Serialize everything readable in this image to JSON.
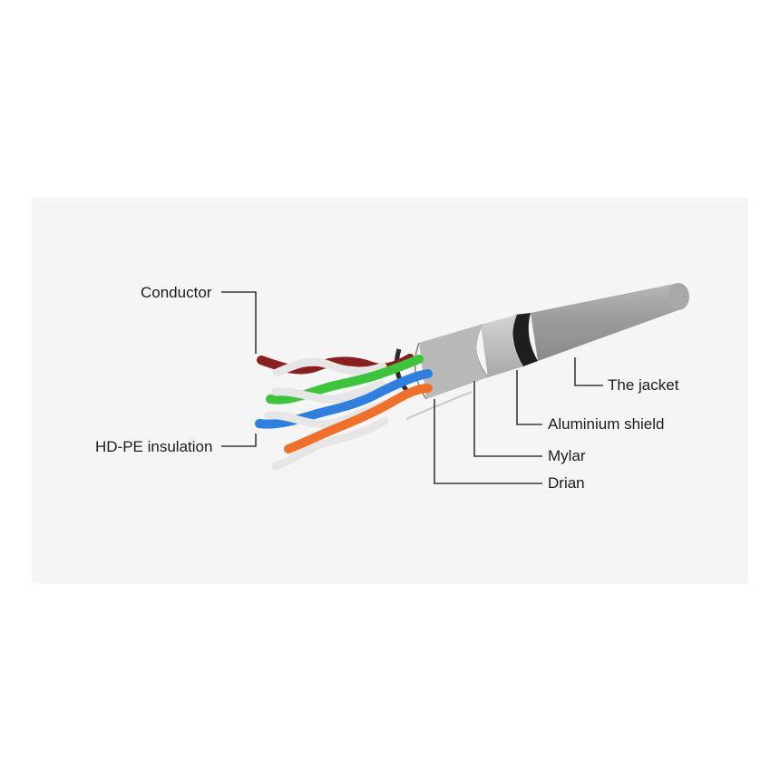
{
  "labels": {
    "conductor": "Conductor",
    "insulation": "HD-PE insulation",
    "jacket": "The jacket",
    "shield": "Aluminium shield",
    "mylar": "Mylar",
    "drain": "Drian"
  },
  "colors": {
    "background_panel": "#f5f5f5",
    "jacket": "#9c9c9c",
    "pair_brown": "#8b1e1e",
    "pair_green": "#3cc53a",
    "pair_blue": "#2f7fe0",
    "pair_orange": "#f0702a",
    "twist_white": "#e6e6e6"
  }
}
